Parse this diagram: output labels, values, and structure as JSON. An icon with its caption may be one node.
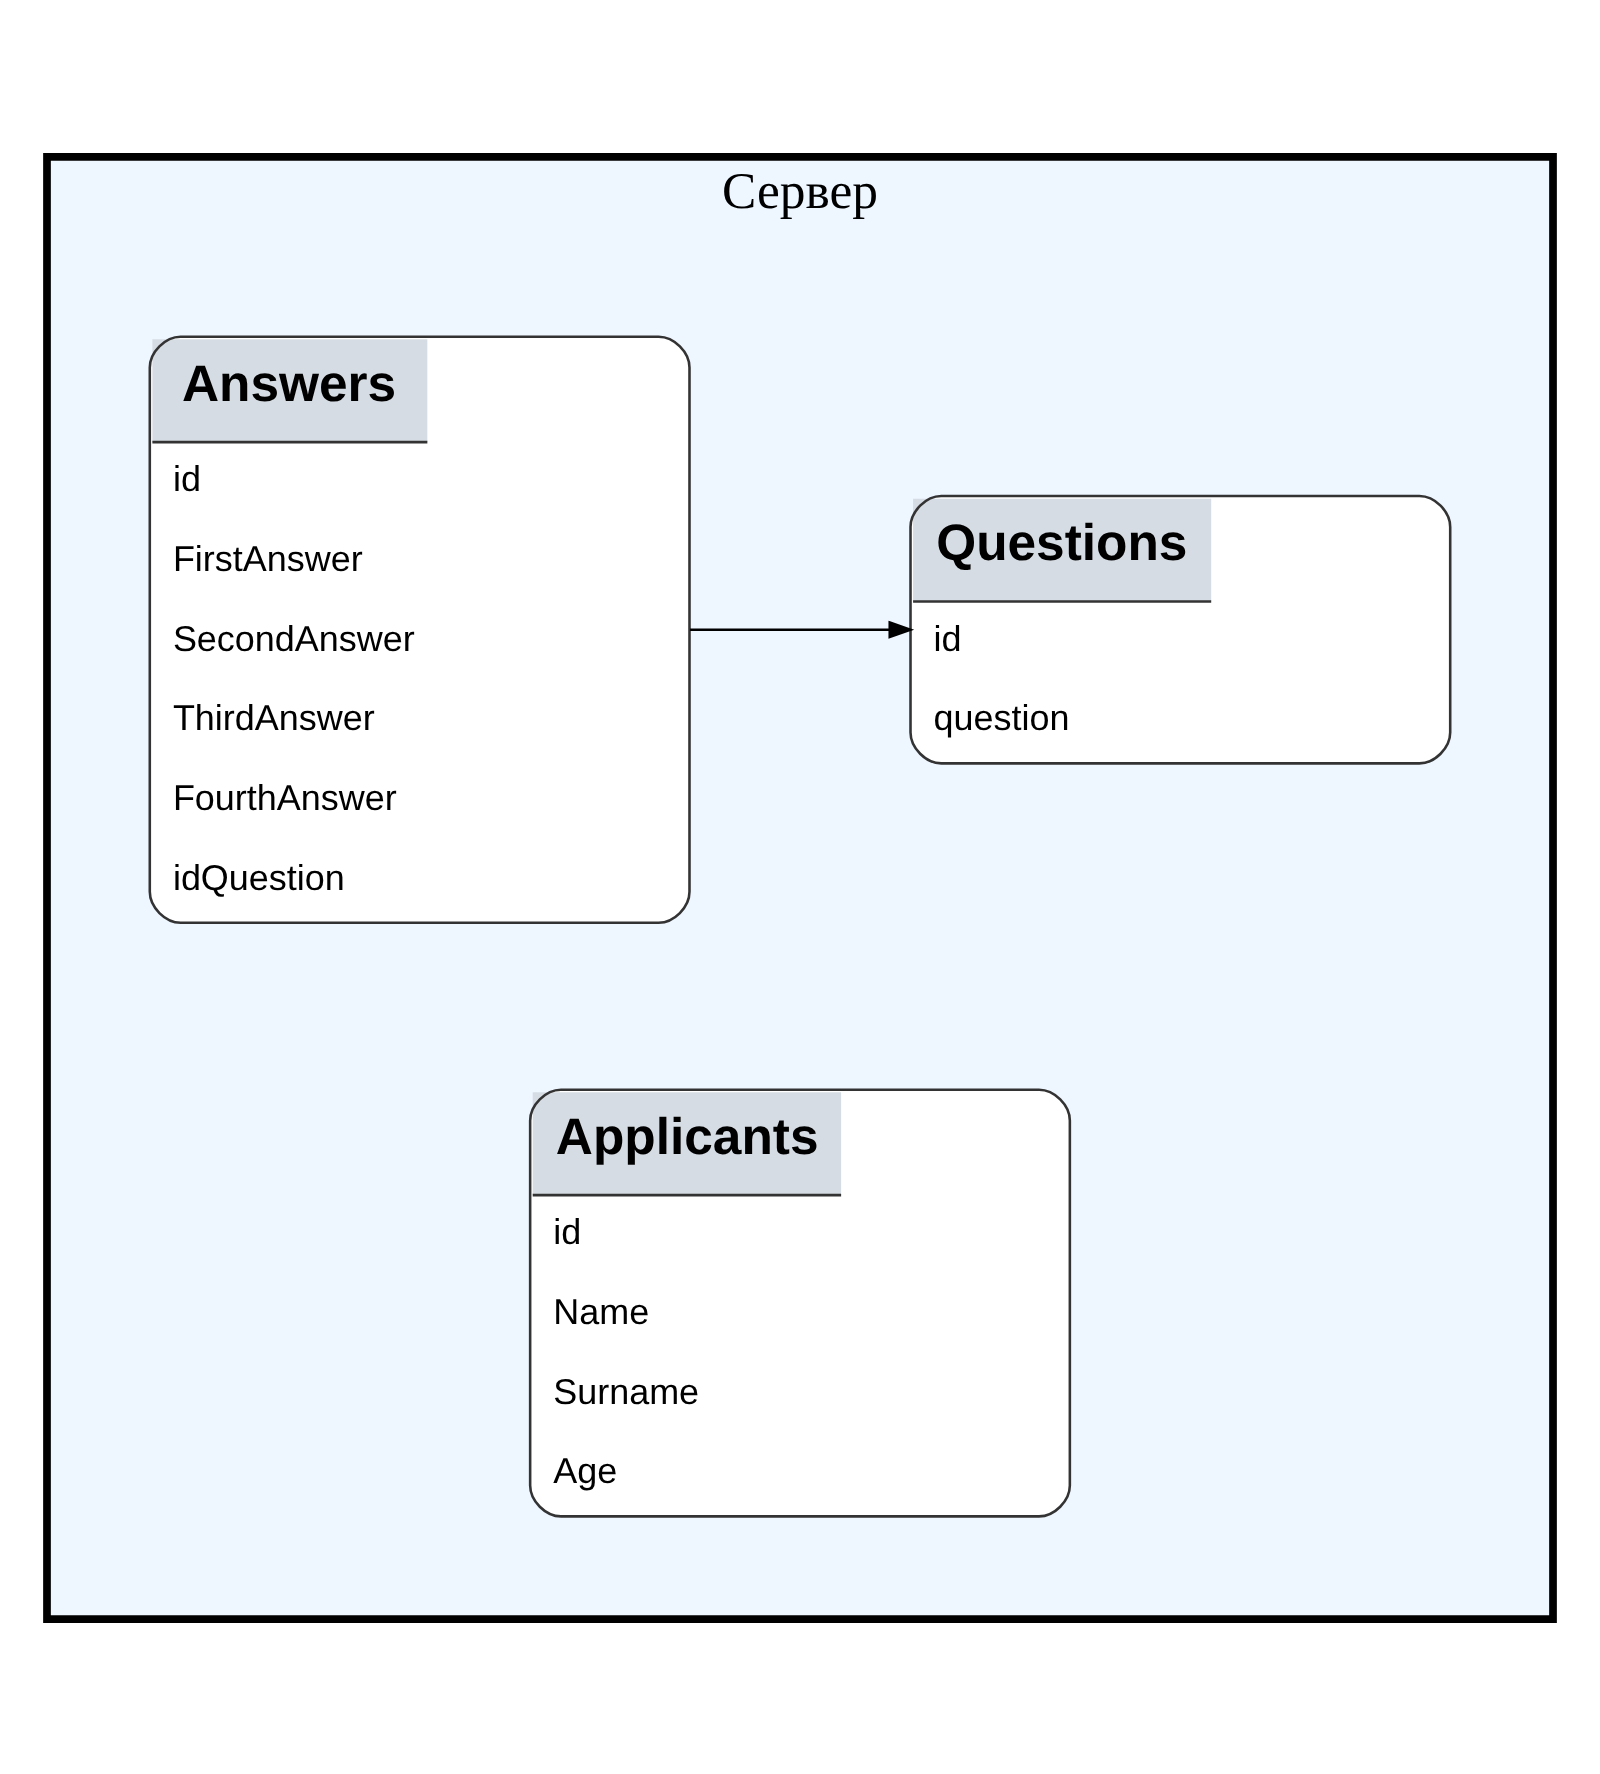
{
  "diagram": {
    "nodes": [
      {
        "text": [
          "Сервер"
        ]
      },
      {
        "text": [
          "Questions",
          "id",
          "question"
        ],
        "in": 0
      },
      {
        "text": [
          "Answers",
          "id",
          "FirstAnswer",
          "SecondAnswer",
          "ThirdAnswer",
          "FourthAnswer",
          "idQuestion"
        ],
        "in": 0
      },
      {
        "text": [
          "Applicants",
          "id",
          "Name",
          "Surname",
          "Age"
        ],
        "in": 0
      }
    ],
    "edges": [
      {
        "from": 2,
        "to": 1,
        "arrow": "to"
      }
    ]
  }
}
